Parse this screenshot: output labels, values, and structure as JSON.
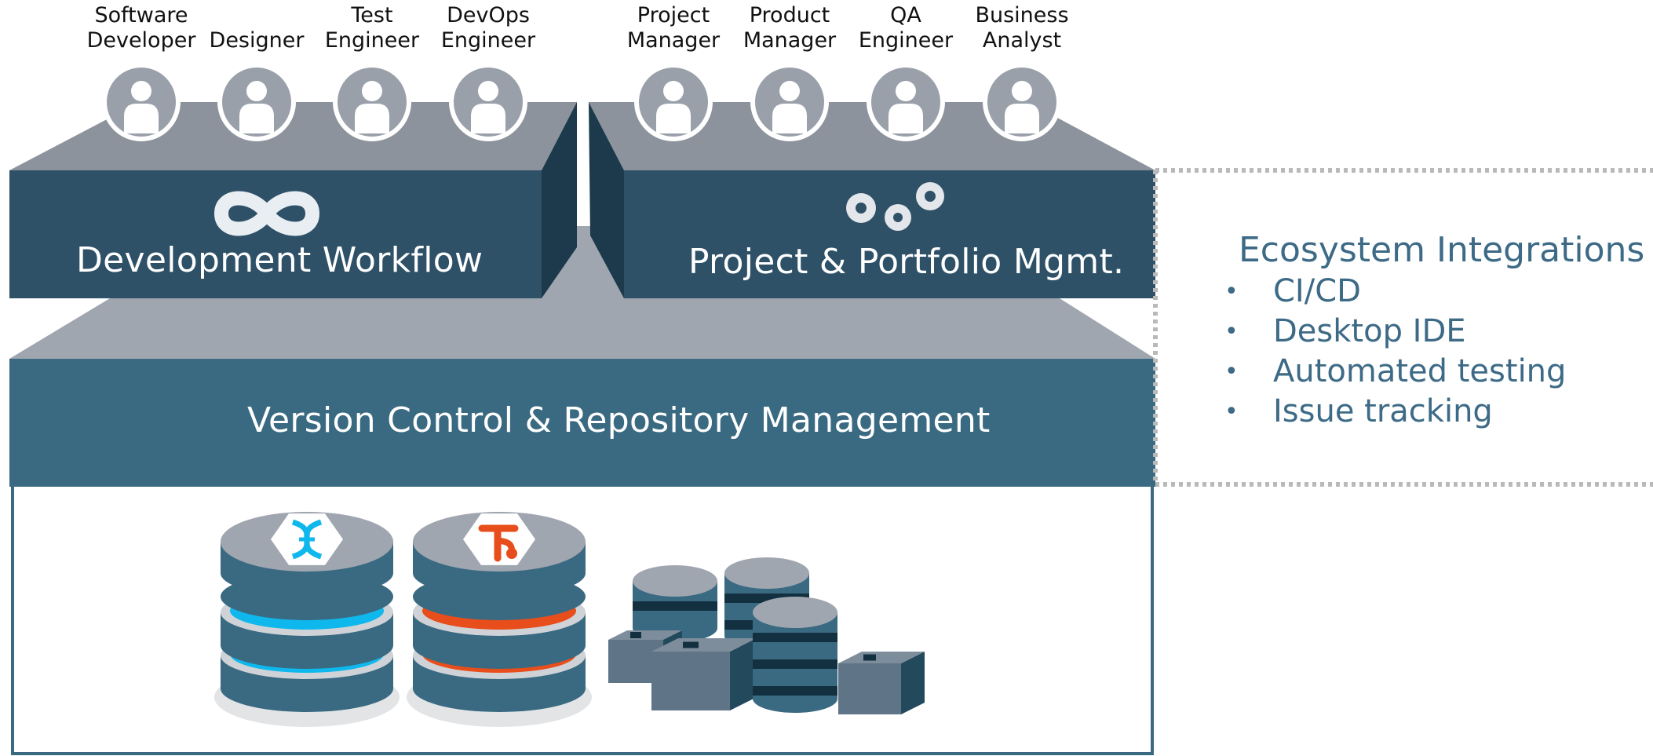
{
  "roles": {
    "left": [
      {
        "label": "Software\nDeveloper",
        "icon": "user-avatar-icon"
      },
      {
        "label": "Designer",
        "icon": "user-avatar-icon"
      },
      {
        "label": "Test\nEngineer",
        "icon": "user-avatar-icon"
      },
      {
        "label": "DevOps\nEngineer",
        "icon": "user-avatar-icon"
      }
    ],
    "right": [
      {
        "label": "Project\nManager",
        "icon": "user-avatar-icon"
      },
      {
        "label": "Product\nManager",
        "icon": "user-avatar-icon"
      },
      {
        "label": "QA\nEngineer",
        "icon": "user-avatar-icon"
      },
      {
        "label": "Business\nAnalyst",
        "icon": "user-avatar-icon"
      }
    ]
  },
  "panels": {
    "development_workflow": {
      "title": "Development Workflow",
      "icon": "infinity-icon"
    },
    "project_portfolio": {
      "title": "Project & Portfolio Mgmt.",
      "icon": "gears-icon"
    },
    "version_control": {
      "title": "Version Control & Repository Management"
    }
  },
  "ecosystem": {
    "title": "Ecosystem Integrations",
    "items": [
      "CI/CD",
      "Desktop IDE",
      "Automated testing",
      "Issue tracking"
    ]
  },
  "storage": {
    "repos": [
      {
        "icon": "dna-helix-icon",
        "accent": "#0fb8ec"
      },
      {
        "icon": "branch-merge-icon",
        "accent": "#e84e1b"
      }
    ],
    "artifacts_icon": "packages-and-databases-icon"
  },
  "colors": {
    "panel_dark": "#2e5168",
    "panel_mid": "#3a6a82",
    "slope_gray": "#a0a6b0",
    "avatar_gray": "#9aa0aa",
    "text_accent": "#3d6a86"
  }
}
